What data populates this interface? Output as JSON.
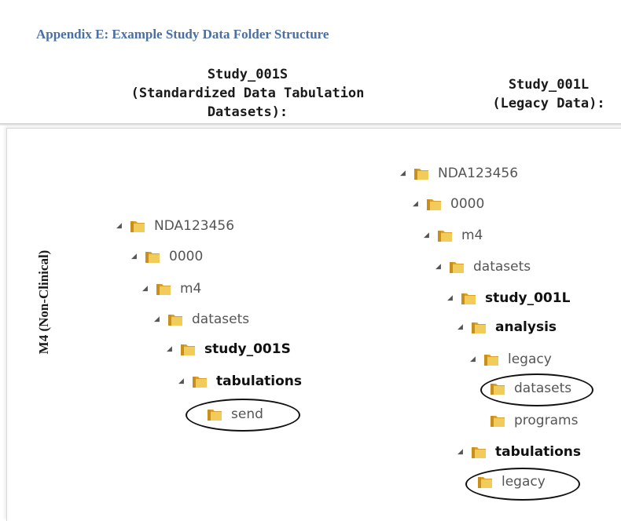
{
  "appendix_title": "Appendix E: Example Study Data Folder Structure",
  "left_header": [
    "Study_001S",
    "(Standardized Data Tabulation",
    "Datasets):"
  ],
  "right_header": [
    "Study_001L",
    "(Legacy Data):"
  ],
  "side_label": "M4 (Non-Clinical)",
  "left_tree": [
    "NDA123456",
    "0000",
    "m4",
    "datasets",
    "study_001S",
    "tabulations",
    "send"
  ],
  "right_tree": [
    "NDA123456",
    "0000",
    "m4",
    "datasets",
    "study_001L",
    "analysis",
    "legacy",
    "datasets",
    "programs",
    "tabulations",
    "legacy"
  ],
  "colors": {
    "title": "#4a6fa3",
    "folder": "#e8b93a"
  }
}
